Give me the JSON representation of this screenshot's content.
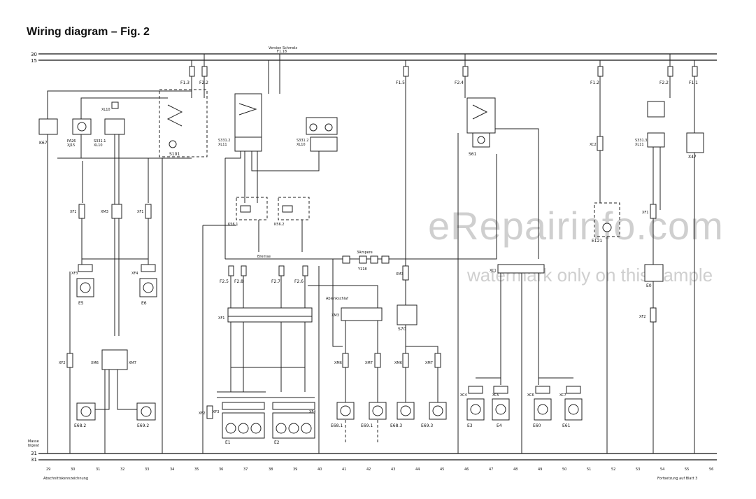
{
  "page_title": "Wiring diagram – Fig. 2",
  "watermark": {
    "main": "eRepairinfo.com",
    "sub": "watermark only on this sample"
  },
  "bus_labels": {
    "top_30": "30",
    "top_15": "15",
    "bot_31a": "31",
    "bot_31b": "31",
    "ground_note": "Masse\nbigeat"
  },
  "top_note": {
    "line1": "Version Schmelz",
    "line2": "F1.18"
  },
  "fuses": [
    {
      "label": "F1.3"
    },
    {
      "label": "F2.2"
    },
    {
      "label": "F1.5"
    },
    {
      "label": "F2.4"
    },
    {
      "label": "F1.2"
    },
    {
      "label": "F2.2"
    },
    {
      "label": "F1.1"
    },
    {
      "label": "F2.5"
    },
    {
      "label": "F2.8"
    },
    {
      "label": "F2.7"
    },
    {
      "label": "F2.6"
    }
  ],
  "components": {
    "K67": "K67",
    "PA26": "PA26",
    "XJ15": "XJ15",
    "S331_1": "S331.1",
    "XL10a": "XL10",
    "XL10b": "XL10",
    "S101": "S101",
    "S331_2": "S331.2",
    "XL11a": "XL11",
    "S331_2b": "S331.2",
    "XL10c": "XL10",
    "S61": "S61",
    "XC2": "XC2",
    "S331_3": "S331.3",
    "XL11b": "XL11",
    "X47": "X47",
    "K56_1": "K56.1",
    "K56_2": "K56.2",
    "E121": "E121",
    "Y118": "Y118",
    "XM3": "XM3",
    "XC1": "XC1",
    "XF1a": "XF1",
    "XM3b": "XM3",
    "XF1b": "XF1",
    "XF3": "XF3",
    "XF4": "XF4",
    "E5": "E5",
    "E6": "E6",
    "XF2a": "XF2",
    "XM6": "XM6",
    "XM7": "XM7",
    "E68_2": "E68.2",
    "E69_2": "E69.2",
    "XF1c": "XF1",
    "XM3c": "XM3",
    "S70": "S70",
    "XM6b": "XM6",
    "XM7b": "XM7",
    "XM6c": "XM6",
    "XM7c": "XM7",
    "XF2b": "XF2",
    "XF3b": "XF3",
    "XF4b": "XF4",
    "E1": "E1",
    "E2": "E2",
    "E68_1": "E68.1",
    "E69_1": "E69.1",
    "E68_3": "E68.3",
    "E69_3": "E69.3",
    "XC4": "XC4",
    "XC5": "XC5",
    "XC6": "XC6",
    "XC7": "XC7",
    "E3": "E3",
    "E4": "E4",
    "E60": "E60",
    "E61": "E61",
    "E0": "E0",
    "XF2c": "XF2",
    "XF1d": "XF1"
  },
  "small_labels": {
    "brake": "Bremse",
    "three_amp": "3Ampere",
    "rel_nolight": "Ablenkschlaf",
    "footer_left": "Abschnittskennzeichnung",
    "footer_right": "Fortsetzung auf Blatt 3"
  },
  "section_numbers": [
    "29",
    "30",
    "31",
    "32",
    "33",
    "34",
    "35",
    "36",
    "37",
    "38",
    "39",
    "40",
    "41",
    "42",
    "43",
    "44",
    "45",
    "46",
    "47",
    "48",
    "49",
    "50",
    "51",
    "52",
    "53",
    "54",
    "55",
    "56"
  ]
}
